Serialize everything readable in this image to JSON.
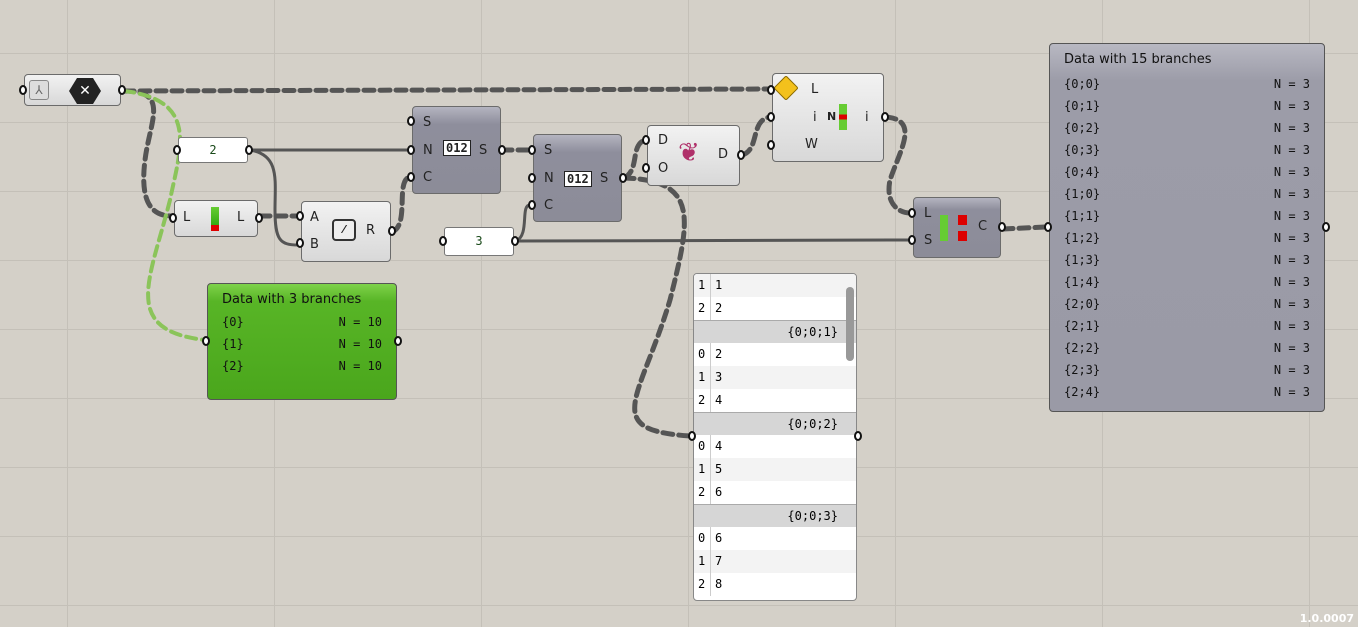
{
  "canvas": {
    "version": "1.0.0007"
  },
  "components": {
    "relay": {
      "icons": [
        "filter-icon",
        "disable-icon"
      ]
    },
    "num2": {
      "value": "2"
    },
    "num3": {
      "value": "3"
    },
    "list_length": {
      "in": "L",
      "out": "L"
    },
    "division": {
      "in": [
        "A",
        "B"
      ],
      "out": "R"
    },
    "series1": {
      "in": [
        "S",
        "N",
        "C"
      ],
      "out": "S"
    },
    "series2": {
      "in": [
        "S",
        "N",
        "C"
      ],
      "out": "S"
    },
    "graft": {
      "in": [
        "D",
        "O"
      ],
      "out": "D"
    },
    "list_item": {
      "in": [
        "L",
        "i",
        "W"
      ],
      "out": "i",
      "icon_text": "N"
    },
    "split": {
      "in": [
        "L",
        "S"
      ],
      "out": "C"
    }
  },
  "panel_green": {
    "title": "Data with 3 branches",
    "rows": [
      {
        "path": "{0}",
        "n": "N = 10"
      },
      {
        "path": "{1}",
        "n": "N = 10"
      },
      {
        "path": "{2}",
        "n": "N = 10"
      }
    ],
    "color": "#5bbf2a"
  },
  "panel_data": {
    "title": "Data with 15 branches",
    "rows": [
      {
        "path": "{0;0}",
        "n": "N = 3"
      },
      {
        "path": "{0;1}",
        "n": "N = 3"
      },
      {
        "path": "{0;2}",
        "n": "N = 3"
      },
      {
        "path": "{0;3}",
        "n": "N = 3"
      },
      {
        "path": "{0;4}",
        "n": "N = 3"
      },
      {
        "path": "{1;0}",
        "n": "N = 3"
      },
      {
        "path": "{1;1}",
        "n": "N = 3"
      },
      {
        "path": "{1;2}",
        "n": "N = 3"
      },
      {
        "path": "{1;3}",
        "n": "N = 3"
      },
      {
        "path": "{1;4}",
        "n": "N = 3"
      },
      {
        "path": "{2;0}",
        "n": "N = 3"
      },
      {
        "path": "{2;1}",
        "n": "N = 3"
      },
      {
        "path": "{2;2}",
        "n": "N = 3"
      },
      {
        "path": "{2;3}",
        "n": "N = 3"
      },
      {
        "path": "{2;4}",
        "n": "N = 3"
      }
    ]
  },
  "panel_table": {
    "rows": [
      {
        "i": "1",
        "v": "1"
      },
      {
        "i": "2",
        "v": "2"
      },
      {
        "hdr": "{0;0;1}"
      },
      {
        "i": "0",
        "v": "2"
      },
      {
        "i": "1",
        "v": "3"
      },
      {
        "i": "2",
        "v": "4"
      },
      {
        "hdr": "{0;0;2}"
      },
      {
        "i": "0",
        "v": "4"
      },
      {
        "i": "1",
        "v": "5"
      },
      {
        "i": "2",
        "v": "6"
      },
      {
        "hdr": "{0;0;3}"
      },
      {
        "i": "0",
        "v": "6"
      },
      {
        "i": "1",
        "v": "7"
      },
      {
        "i": "2",
        "v": "8"
      }
    ]
  }
}
